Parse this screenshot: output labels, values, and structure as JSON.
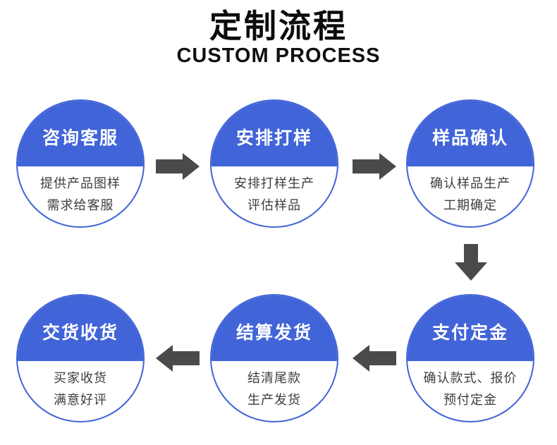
{
  "header": {
    "title": "定制流程",
    "subtitle": "CUSTOM PROCESS"
  },
  "steps": [
    {
      "title": "咨询客服",
      "lines": [
        "提供产品图样",
        "需求给客服"
      ]
    },
    {
      "title": "安排打样",
      "lines": [
        "安排打样生产",
        "评估样品"
      ]
    },
    {
      "title": "样品确认",
      "lines": [
        "确认样品生产",
        "工期确定"
      ]
    },
    {
      "title": "支付定金",
      "lines": [
        "确认款式、报价",
        "预付定金"
      ]
    },
    {
      "title": "结算发货",
      "lines": [
        "结清尾款",
        "生产发货"
      ]
    },
    {
      "title": "交货收货",
      "lines": [
        "买家收货",
        "满意好评"
      ]
    }
  ],
  "icons": {
    "arrow_right": "right-arrow-icon",
    "arrow_down": "down-arrow-icon",
    "arrow_left": "left-arrow-icon"
  },
  "colors": {
    "circle_blue": "#4164d8",
    "arrow_gray": "#4a4a4c",
    "body_text": "#3d3d3d",
    "title_black": "#0c0c0c",
    "background": "#ffffff"
  }
}
